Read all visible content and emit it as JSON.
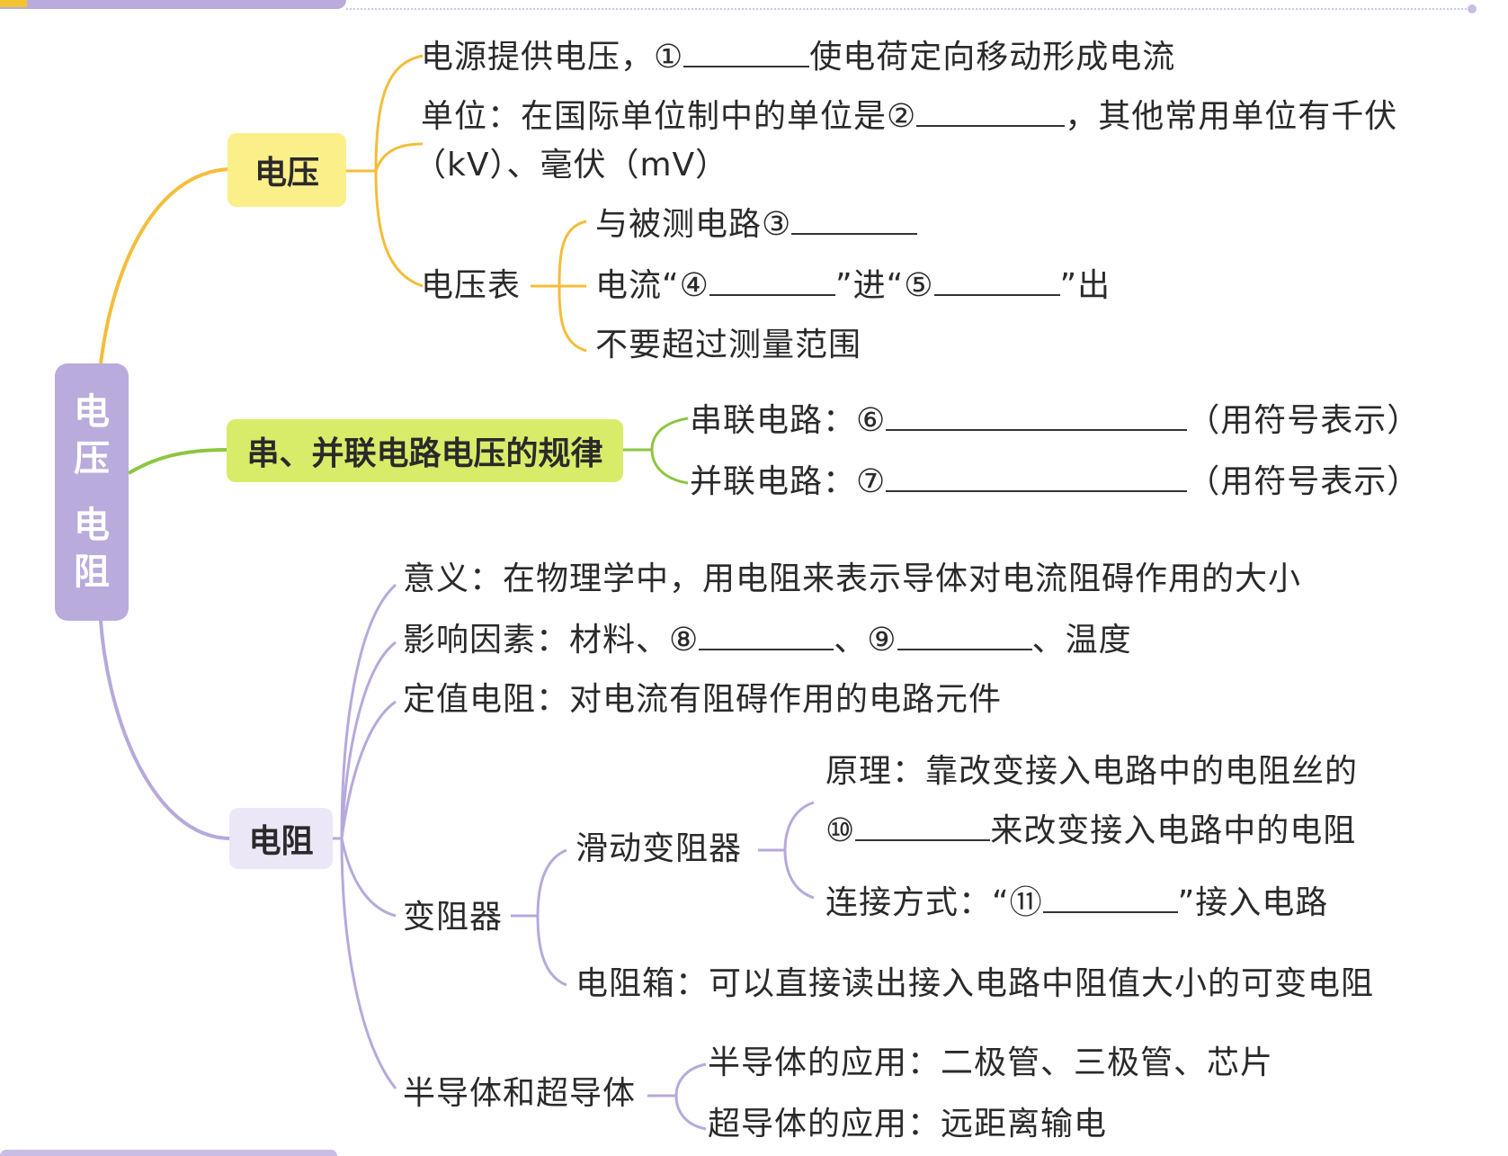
{
  "root": {
    "chars": [
      "电",
      "压",
      "电",
      "阻"
    ]
  },
  "voltage": {
    "title": "电压",
    "line1a": "电源提供电压，①",
    "line1b": "使电荷定向移动形成电流",
    "line2a": "单位：在国际单位制中的单位是②",
    "line2b": "，其他常用单位有千伏",
    "line3": "（kV）、毫伏（mV）",
    "meter": {
      "label": "电压表",
      "item1": "与被测电路③",
      "item2a": "电流“④",
      "item2b": "”进“⑤",
      "item2c": "”出",
      "item3": "不要超过测量范围"
    }
  },
  "series_parallel": {
    "title": "串、并联电路电压的规律",
    "series_label": "串联电路：⑥",
    "series_note": "（用符号表示）",
    "parallel_label": "并联电路：⑦",
    "parallel_note": "（用符号表示）"
  },
  "resistance": {
    "title": "电阻",
    "meaning": "意义：在物理学中，用电阻来表示导体对电流阻碍作用的大小",
    "factors_a": "影响因素：材料、⑧",
    "factors_b": "、⑨",
    "factors_c": "、温度",
    "fixed": "定值电阻：对电流有阻碍作用的电路元件",
    "rheostat": {
      "label": "变阻器",
      "slide": {
        "label": "滑动变阻器",
        "principle_a": "原理：靠改变接入电路中的电阻丝的",
        "principle_b1": "⑩",
        "principle_b2": "来改变接入电路中的电阻",
        "connect_a": "连接方式：“⑪",
        "connect_b": "”接入电路"
      },
      "box": "电阻箱：可以直接读出接入电路中阻值大小的可变电阻"
    },
    "semi": {
      "label": "半导体和超导体",
      "item1": "半导体的应用：二极管、三极管、芯片",
      "item2": "超导体的应用：远距离输电"
    }
  },
  "colors": {
    "voltage_branch": "#f4bd3a",
    "voltage_node": "#fbef8a",
    "series_branch": "#8cc63f",
    "series_node": "#d9ec6a",
    "resistance_branch": "#b7a9dc",
    "resistance_node": "#ece7f6",
    "root": "#b9abdb"
  }
}
